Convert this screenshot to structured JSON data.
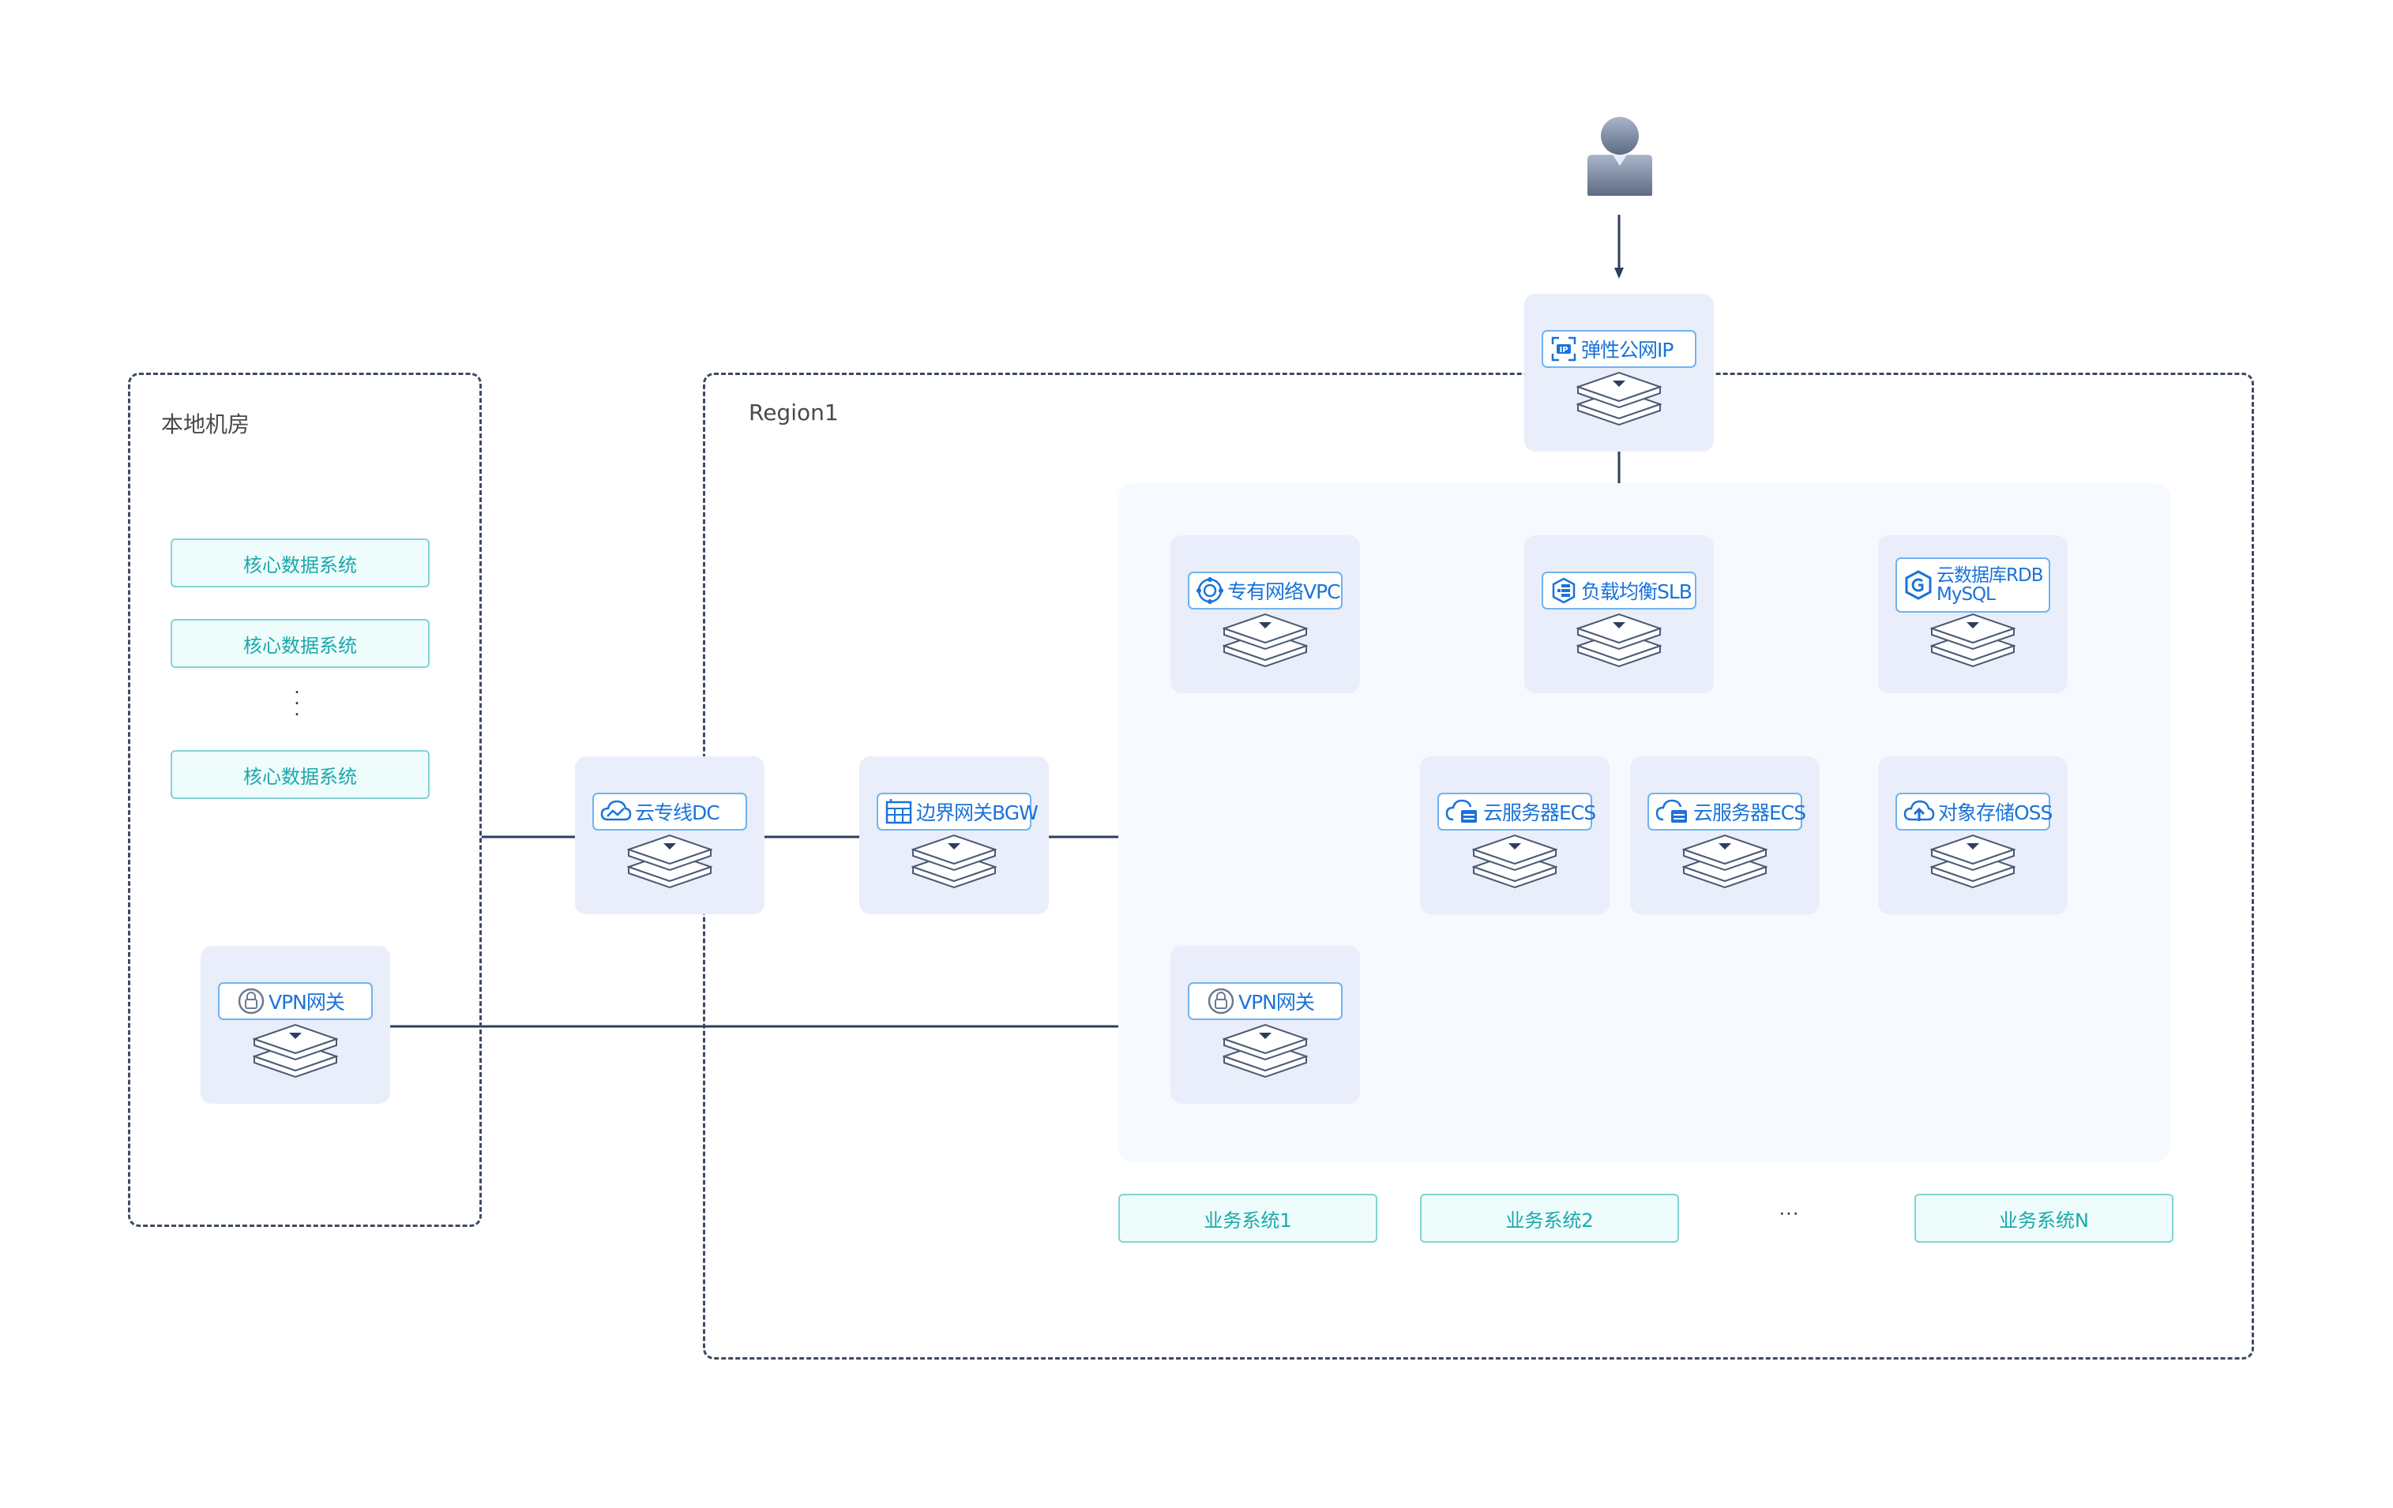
{
  "regions": {
    "local_label": "本地机房",
    "cloud_label": "Region1"
  },
  "local_systems": [
    "核心数据系统",
    "核心数据系统",
    "核心数据系统"
  ],
  "vertical_dots": ".\n.\n.",
  "business_systems": [
    "业务系统1",
    "业务系统2",
    "业务系统N"
  ],
  "business_ellipsis": "···",
  "nodes": {
    "eip": {
      "label": "弹性公网IP",
      "icon": "eip-icon"
    },
    "vpc": {
      "label": "专有网络VPC",
      "icon": "vpc-icon"
    },
    "slb": {
      "label": "负载均衡SLB",
      "icon": "slb-icon"
    },
    "rdb": {
      "label_line1": "云数据库RDB",
      "label_line2": "MySQL",
      "icon": "rdb-icon"
    },
    "dc": {
      "label": "云专线DC",
      "icon": "dc-icon"
    },
    "bgw": {
      "label": "边界网关BGW",
      "icon": "bgw-icon"
    },
    "ecs1": {
      "label": "云服务器ECS",
      "icon": "ecs-icon"
    },
    "ecs2": {
      "label": "云服务器ECS",
      "icon": "ecs-icon"
    },
    "oss": {
      "label": "对象存储OSS",
      "icon": "oss-icon"
    },
    "vpn_local": {
      "label": "VPN网关",
      "icon": "vpn-icon"
    },
    "vpn_cloud": {
      "label": "VPN网关",
      "icon": "vpn-icon"
    }
  },
  "colors": {
    "accent": "#1a73d9",
    "node_bg": "#e9eefa",
    "tag_border": "#6fb3ef",
    "system_text": "#1aa8ad",
    "line": "#2c3e5c"
  }
}
